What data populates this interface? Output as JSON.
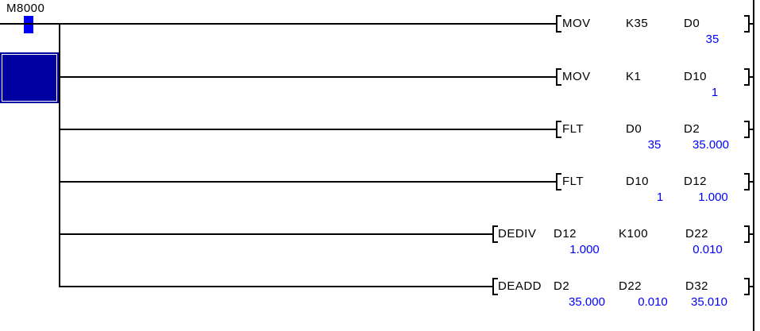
{
  "ladder": {
    "contact": {
      "label": "M8000",
      "state": "on"
    },
    "rungs": [
      {
        "mnemonic": "MOV",
        "operands": [
          "K35",
          "D0"
        ],
        "monitor_values": [
          null,
          "35"
        ]
      },
      {
        "mnemonic": "MOV",
        "operands": [
          "K1",
          "D10"
        ],
        "monitor_values": [
          null,
          "1"
        ]
      },
      {
        "mnemonic": "FLT",
        "operands": [
          "D0",
          "D2"
        ],
        "monitor_values": [
          "35",
          "35.000"
        ]
      },
      {
        "mnemonic": "FLT",
        "operands": [
          "D10",
          "D12"
        ],
        "monitor_values": [
          "1",
          "1.000"
        ]
      },
      {
        "mnemonic": "DEDIV",
        "operands": [
          "D12",
          "K100",
          "D22"
        ],
        "monitor_values": [
          "1.000",
          null,
          "0.010"
        ]
      },
      {
        "mnemonic": "DEADD",
        "operands": [
          "D2",
          "D22",
          "D32"
        ],
        "monitor_values": [
          "35.000",
          "0.010",
          "35.010"
        ]
      }
    ]
  },
  "colors": {
    "wire": "#000000",
    "label_text": "#000000",
    "monitor_value_text": "#0000ff",
    "contact_on_fill": "#0000f0",
    "cursor_fill": "#0000a0",
    "cursor_inner_border": "#ffffff",
    "background": "#ffffff"
  }
}
